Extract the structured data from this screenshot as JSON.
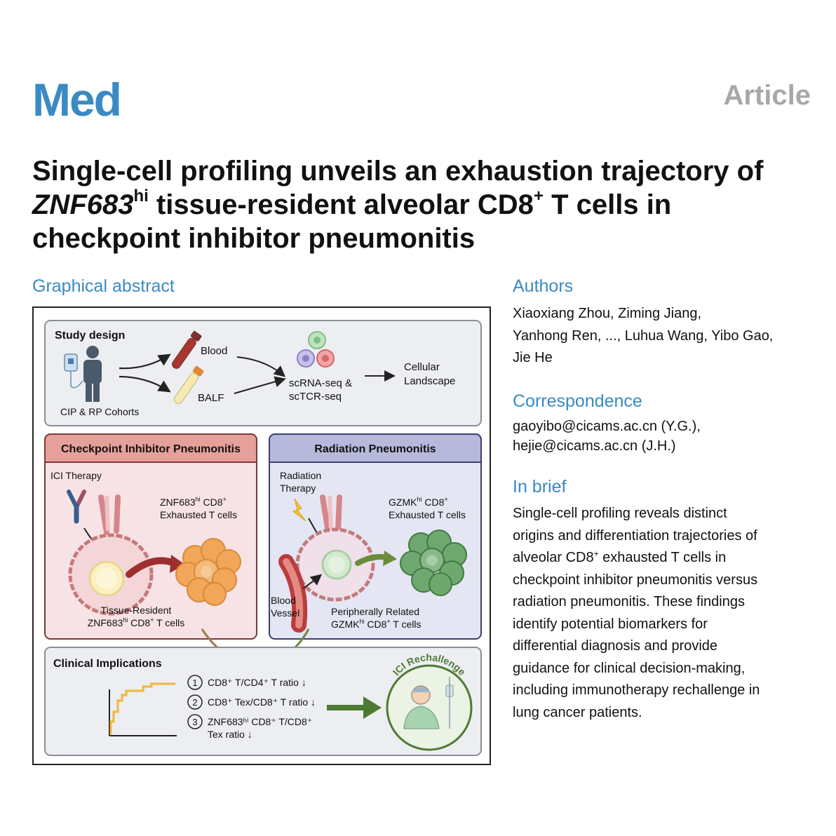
{
  "header": {
    "journal": "Med",
    "article_type": "Article"
  },
  "title": {
    "part1": "Single-cell profiling unveils an exhaustion trajectory of ",
    "gene": "ZNF683",
    "gene_sup": "hi",
    "part2": " tissue-resident alveolar CD8",
    "cd8_sup": "+",
    "part3": " T cells in checkpoint inhibitor pneumonitis"
  },
  "graphical_abstract": {
    "heading": "Graphical abstract",
    "study_design": {
      "title": "Study design",
      "cohorts": "CIP & RP Cohorts",
      "blood": "Blood",
      "balf": "BALF",
      "seq_line1": "scRNA-seq &",
      "seq_line2": "scTCR-seq",
      "landscape_line1": "Cellular",
      "landscape_line2": "Landscape"
    },
    "cip": {
      "title": "Checkpoint Inhibitor Pneumonitis",
      "therapy": "ICI Therapy",
      "cells_line1_a": "ZNF683",
      "cells_line1_sup": "hi",
      "cells_line1_b": " CD8",
      "cells_line1_sup2": "+",
      "cells_line2": "Exhausted T cells",
      "origin_line1": "Tissue-Resident",
      "origin_line2_a": "ZNF683",
      "origin_line2_sup": "hi",
      "origin_line2_b": " CD8",
      "origin_line2_sup2": "+",
      "origin_line2_c": "  T cells"
    },
    "rp": {
      "title": "Radiation Pneumonitis",
      "therapy_line1": "Radiation",
      "therapy_line2": "Therapy",
      "cells_line1_a": "GZMK",
      "cells_line1_sup": "hi",
      "cells_line1_b": " CD8",
      "cells_line1_sup2": "+",
      "cells_line2": "Exhausted T cells",
      "vessel_line1": "Blood",
      "vessel_line2": "Vessel",
      "origin_line1": "Peripherally Related",
      "origin_line2_a": "GZMK",
      "origin_line2_sup": "hi",
      "origin_line2_b": " CD8",
      "origin_line2_sup2": "+",
      "origin_line2_c": " T cells"
    },
    "clinical": {
      "title": "Clinical Implications",
      "items": [
        {
          "num": "1",
          "text": "CD8⁺ T/CD4⁺ T ratio ↓"
        },
        {
          "num": "2",
          "text": "CD8⁺ Tex/CD8⁺ T ratio ↓"
        },
        {
          "num": "3",
          "text": "ZNF683ʰⁱ CD8⁺ T/CD8⁺",
          "text2": "Tex ratio ↓"
        }
      ],
      "rechallenge": "ICI Rechallenge"
    },
    "colors": {
      "panel_gray": "#eceef1",
      "cip_bg": "#f7e3e5",
      "cip_header": "#e6a09a",
      "rp_bg": "#e5e6f3",
      "rp_header": "#b7b9dc",
      "cip_cell": "#f1a659",
      "rp_cell": "#6ea86e",
      "rechallenge_bg": "#eaf3e4"
    }
  },
  "authors": {
    "heading": "Authors",
    "line1": "Xiaoxiang Zhou, Ziming Jiang,",
    "line2": "Yanhong Ren, ..., Luhua Wang, Yibo Gao,",
    "line3": "Jie He"
  },
  "correspondence": {
    "heading": "Correspondence",
    "line1": "gaoyibo@cicams.ac.cn (Y.G.),",
    "line2": "hejie@cicams.ac.cn (J.H.)"
  },
  "in_brief": {
    "heading": "In brief",
    "lines": [
      "Single-cell profiling reveals distinct",
      "origins and differentiation trajectories of",
      "alveolar CD8",
      " exhausted T cells in",
      "checkpoint inhibitor pneumonitis versus",
      "radiation pneumonitis. These findings",
      "identify potential biomarkers for",
      "differential diagnosis and provide",
      "guidance for clinical decision-making,",
      "including immunotherapy rechallenge in",
      "lung cancer patients."
    ],
    "sup": "+"
  }
}
